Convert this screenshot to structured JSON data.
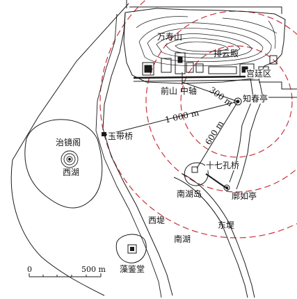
{
  "map": {
    "labels": {
      "wanshoushan": "万寿山",
      "paiyundian": "排云殿",
      "gongtingqu": "宫廷区",
      "qianshan_zhongzhou": "前山 中轴",
      "zhichunting": "知春亭",
      "yudaiqiao": "玉带桥",
      "zhijingge": "治镜阁",
      "xihu": "西湖",
      "shiqikongqiao": "十七孔桥",
      "nanhudao": "南湖岛",
      "langruting": "廓如亭",
      "xidi": "西堤",
      "dongdi": "东堤",
      "nanhu": "南湖",
      "zaojiantang": "藻鉴堂"
    },
    "distances": {
      "d300": "300 m",
      "d600": "600 m",
      "d1000": "1 000 m"
    },
    "scale_bar": {
      "start": "0",
      "end": "500 m"
    },
    "colors": {
      "radius_circles": "#c8323c",
      "lines": "#1a1a1a",
      "background": "#ffffff"
    }
  }
}
